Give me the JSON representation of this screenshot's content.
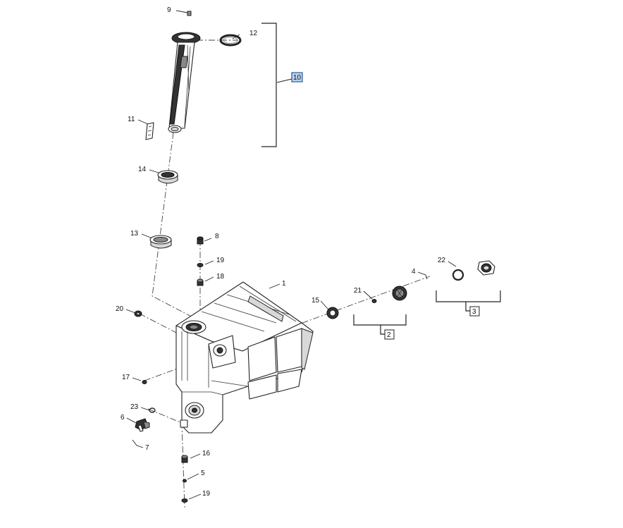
{
  "callouts": {
    "c1": "1",
    "c2": "2",
    "c3": "3",
    "c4": "4",
    "c5": "5",
    "c6": "6",
    "c7": "7",
    "c8": "8",
    "c9": "9",
    "c10": "10",
    "c11": "11",
    "c12": "12",
    "c13": "13",
    "c14": "14",
    "c15": "15",
    "c16": "16",
    "c17": "17",
    "c18": "18",
    "c19a": "19",
    "c19b": "19",
    "c20": "20",
    "c21": "21",
    "c22": "22",
    "c23": "23"
  },
  "colors": {
    "highlight_box": "#bcd3ee",
    "highlight_border": "#2a5a9a"
  }
}
